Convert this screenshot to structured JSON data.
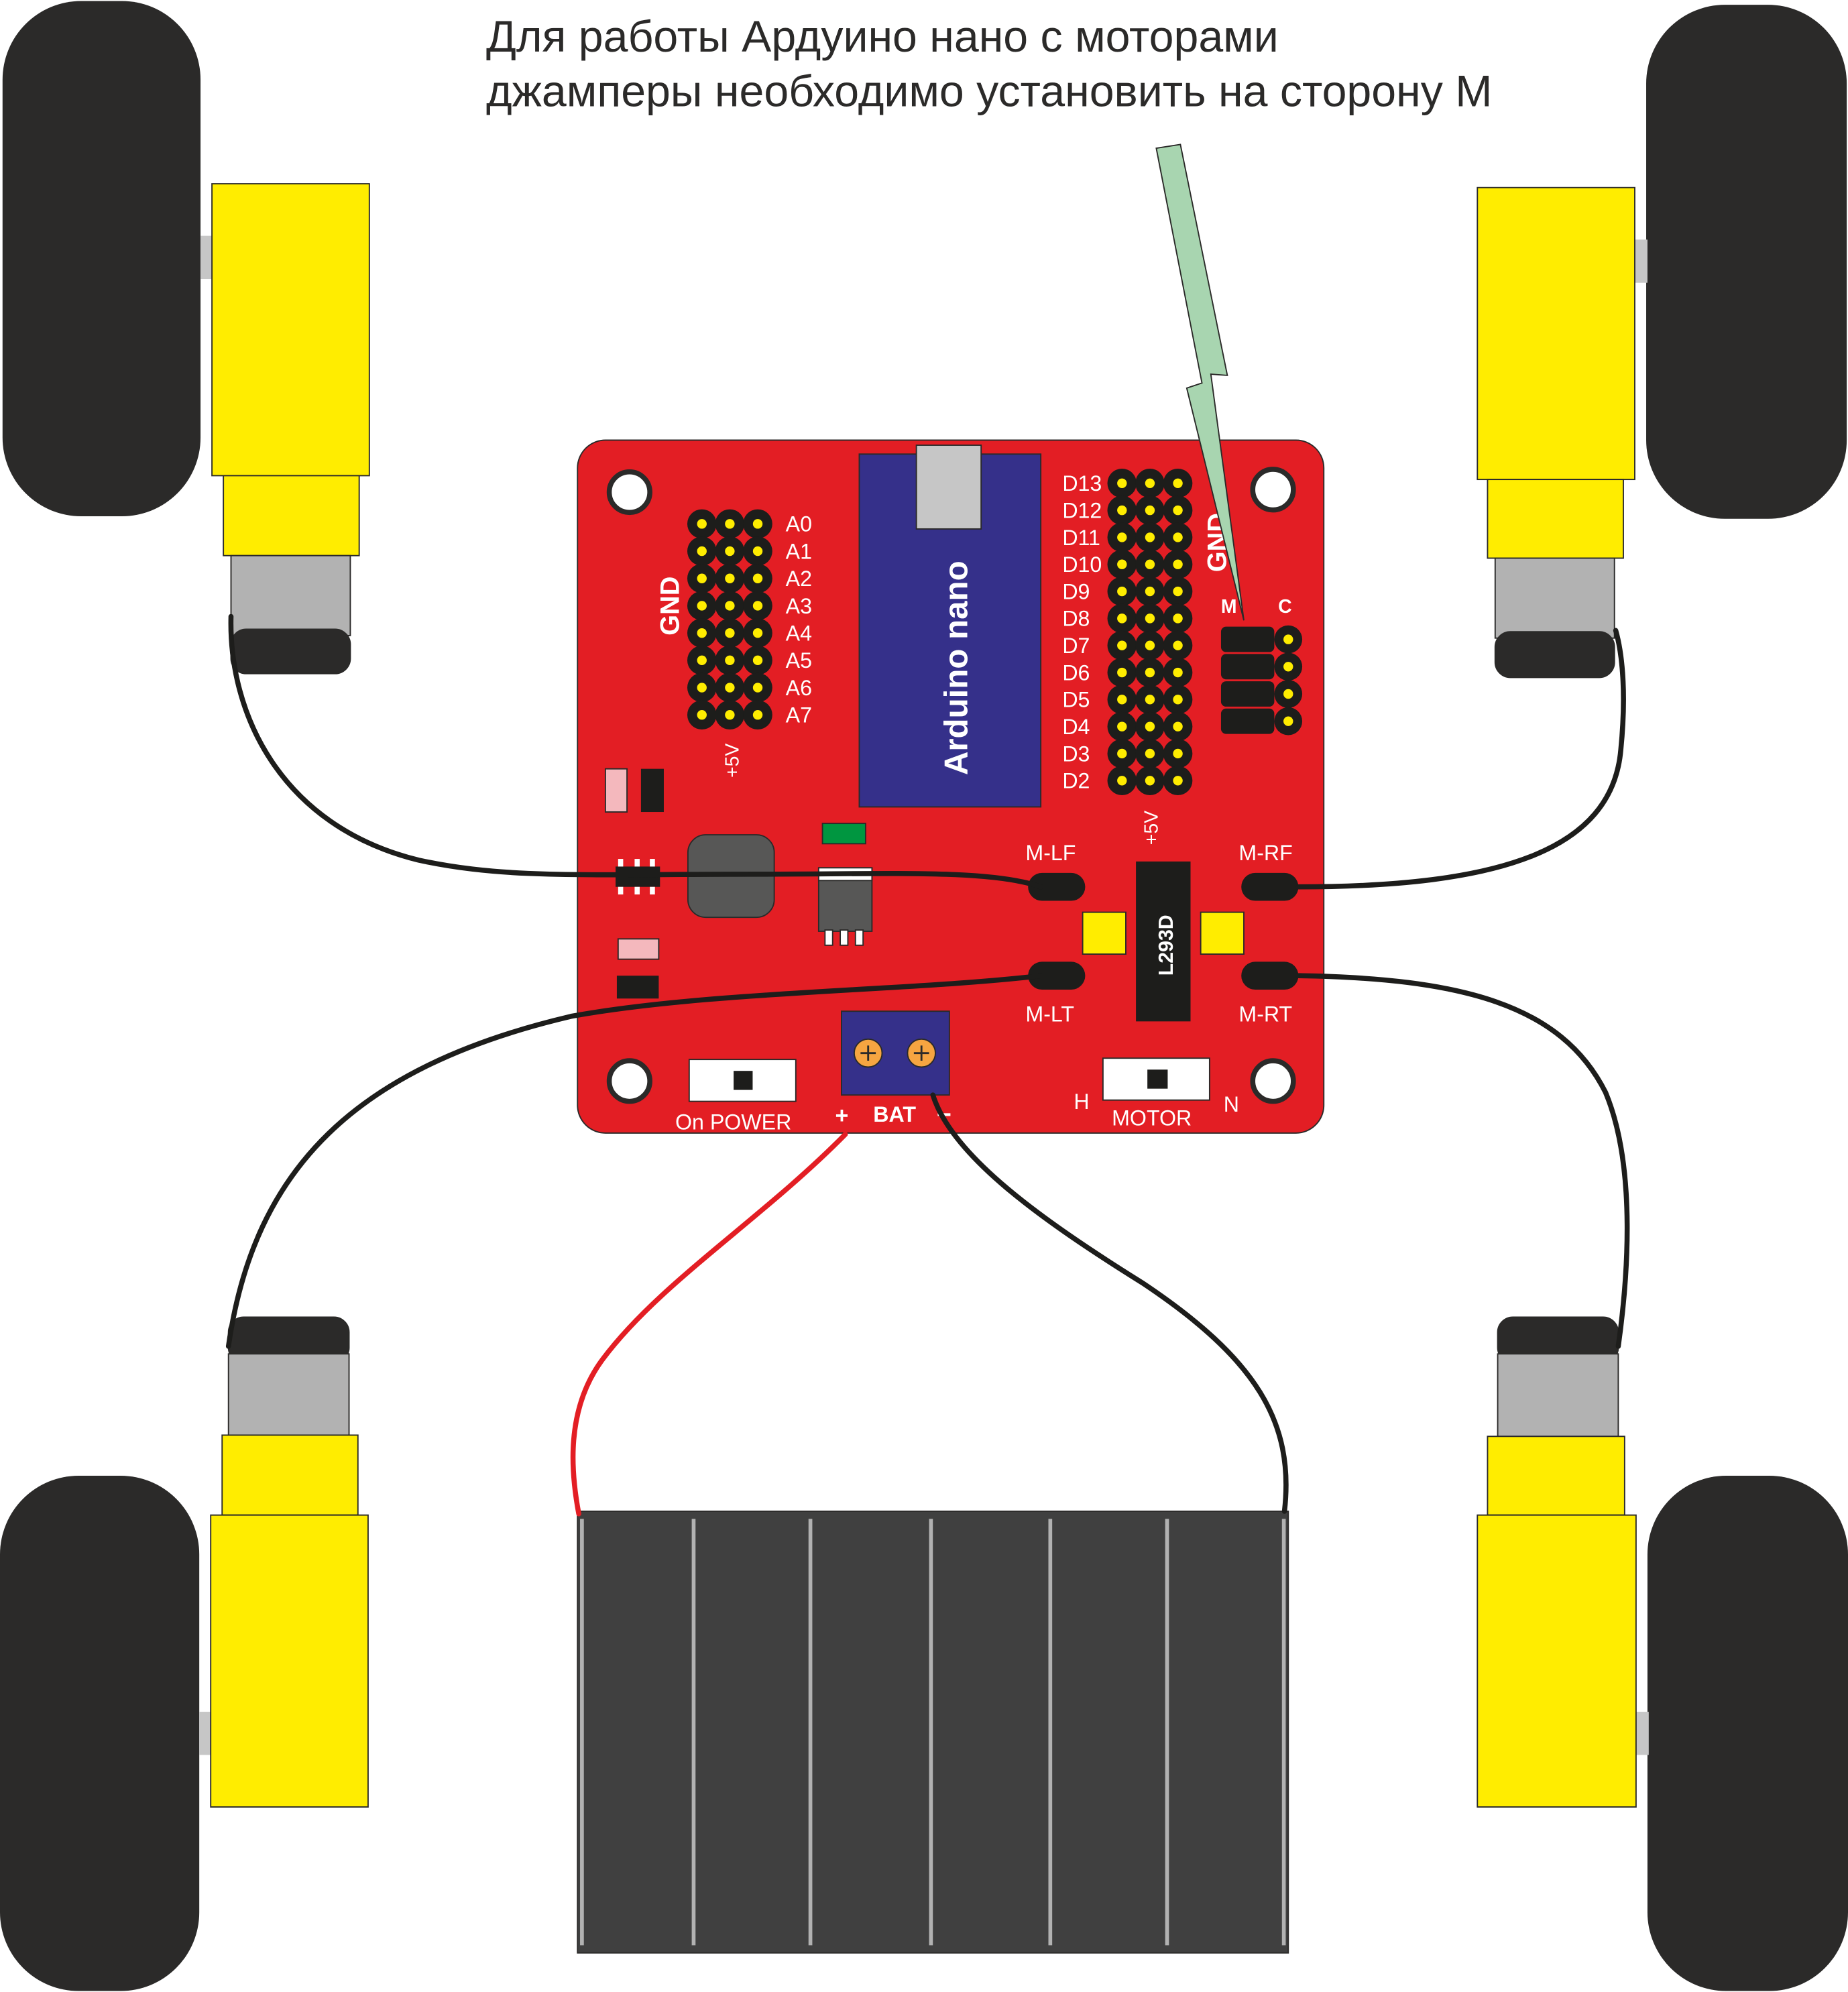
{
  "annotation": {
    "line1": "Для работы Ардуино нано с моторами",
    "line2": "джамперы необходимо установить на сторону М"
  },
  "board": {
    "module_label": "Arduino nano",
    "left_header": {
      "gnd": "GND",
      "vcc": "+5V",
      "pins": [
        "A0",
        "A1",
        "A2",
        "A3",
        "A4",
        "A5",
        "A6",
        "A7"
      ]
    },
    "right_header": {
      "gnd": "GND",
      "vcc": "+5V",
      "pins": [
        "D13",
        "D12",
        "D11",
        "D10",
        "D9",
        "D8",
        "D7",
        "D6",
        "D5",
        "D4",
        "D3",
        "D2"
      ]
    },
    "jumper": {
      "m": "M",
      "c": "C"
    },
    "driver_chip": "L293D",
    "motor_ports": {
      "lf": "M-LF",
      "rf": "M-RF",
      "lt": "M-LT",
      "rt": "M-RT"
    },
    "power_switch": "On POWER",
    "battery_terminal": {
      "label": "BAT",
      "plus": "+",
      "minus": "−"
    },
    "motor_switch": {
      "label": "MOTOR",
      "h": "H",
      "n": "N"
    }
  },
  "colors": {
    "board": "#e31e24",
    "wheel": "#2b2a29",
    "motor": "#ffed00",
    "gearbox": "#b2b2b2",
    "arduino": "#35308a",
    "battery": "#404040",
    "arrow": "#a8d5b0",
    "wire_red": "#e31e24",
    "wire_black": "#1d1d1b"
  }
}
